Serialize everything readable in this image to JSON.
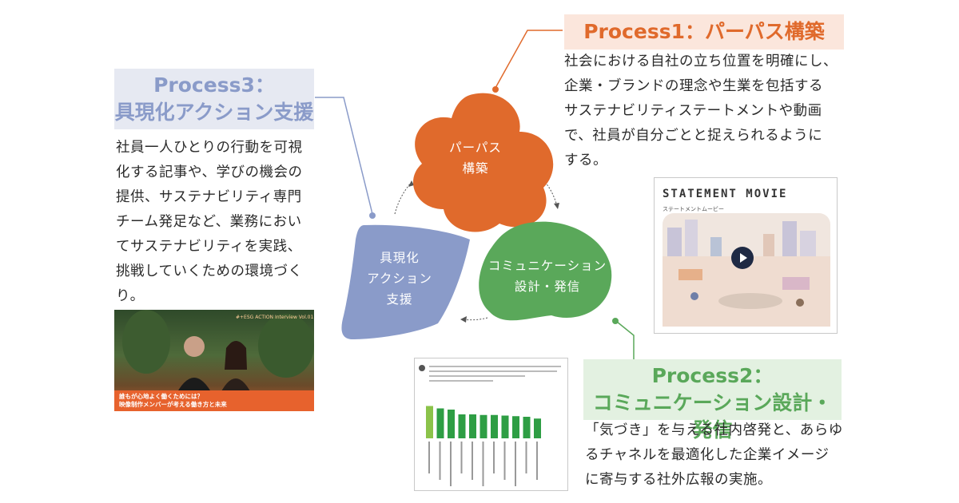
{
  "colors": {
    "purpose": "#e06a2c",
    "communication": "#5aa85a",
    "action": "#8a9bc9",
    "purpose_bg": "#fbe6dc",
    "communication_bg": "#e3f1e1",
    "action_bg": "#e6e9f2"
  },
  "process1": {
    "title": "Process1：パーパス構築",
    "desc_lines": [
      "社会における自社の立ち位置を明確にし、",
      "企業・ブランドの理念や生業を包括する",
      "サステナビリティステートメントや動画",
      "で、社員が自分ごとと捉えられるように",
      "する。"
    ]
  },
  "process2": {
    "title_lines": [
      "Process2：",
      "コミュニケーション設計・発信"
    ],
    "desc_lines": [
      "「気づき」を与える社内啓発と、あらゆ",
      "るチャネルを最適化した企業イメージ",
      "に寄与する社外広報の実施。"
    ]
  },
  "process3": {
    "title_lines": [
      "Process3：",
      "具現化アクション支援"
    ],
    "desc_lines": [
      "社員一人ひとりの行動を可視",
      "化する記事や、学びの機会の",
      "提供、サステナビリティ専門",
      "チーム発足など、業務におい",
      "てサステナビリティを実践、",
      "挑戦していくための環境づく",
      "り。"
    ]
  },
  "cycle": {
    "purpose_lines": [
      "パーパス",
      "構築"
    ],
    "communication_lines": [
      "コミュニケーション",
      "設計・発信"
    ],
    "action_lines": [
      "具現化",
      "アクション",
      "支援"
    ]
  },
  "statement_movie": {
    "title": "STATEMENT MOVIE",
    "subtitle": "ステートメントムービー",
    "icon": "play-icon"
  },
  "video_thumb": {
    "tag": "#+ESG ACTION Interview Vol.01",
    "caption_lines": [
      "誰もが心地よく働くためには？",
      "映像制作メンバーが考える働き方と未来"
    ]
  },
  "survey": {
    "bar_values": [
      54,
      50,
      48,
      40,
      40,
      39,
      39,
      38,
      37,
      36,
      33
    ]
  }
}
